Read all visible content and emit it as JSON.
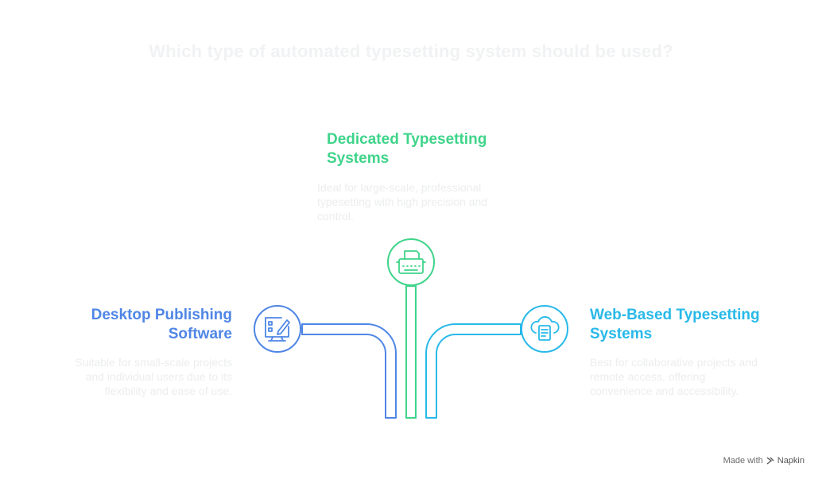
{
  "title": "Which type of automated typesetting system should be used?",
  "colors": {
    "blue": "#4f86e6",
    "green": "#3fd48a",
    "cyan": "#28b9e9"
  },
  "options": {
    "dedicated": {
      "title_line1": "Dedicated Typesetting",
      "title_line2": "Systems",
      "desc_line1": "Ideal for large-scale, professional",
      "desc_line2": "typesetting with high precision and",
      "desc_line3": "control.",
      "icon": "typewriter-icon"
    },
    "desktop": {
      "title_line1": "Desktop Publishing",
      "title_line2": "Software",
      "desc_line1": "Suitable for small-scale projects",
      "desc_line2": "and individual users due to its",
      "desc_line3": "flexibility and ease of use.",
      "icon": "desktop-edit-icon"
    },
    "web": {
      "title_line1": "Web-Based Typesetting",
      "title_line2": "Systems",
      "desc_line1": "Best for collaborative projects and",
      "desc_line2": "remote access, offering",
      "desc_line3": "convenience and accessibility.",
      "icon": "cloud-document-icon"
    }
  },
  "footer": {
    "made_with": "Made with",
    "brand": "Napkin"
  }
}
